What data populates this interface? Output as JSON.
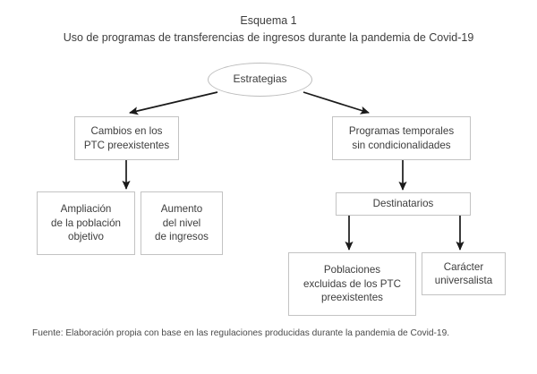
{
  "title": {
    "line1": "Esquema 1",
    "line2": "Uso de programas de transferencias de ingresos durante la pandemia de Covid-19"
  },
  "diagram": {
    "type": "flowchart",
    "root": {
      "id": "estrategias",
      "label": "Estrategias",
      "shape": "ellipse"
    },
    "nodes": [
      {
        "id": "cambios-ptc",
        "label": "Cambios en los\nPTC preexistentes",
        "shape": "rect",
        "level": 2,
        "branch": "left"
      },
      {
        "id": "programas-temporales",
        "label": "Programas temporales\nsin condicionalidades",
        "shape": "rect",
        "level": 2,
        "branch": "right"
      },
      {
        "id": "ampliacion-poblacion",
        "label": "Ampliación\nde la población\nobjetivo",
        "shape": "rect",
        "level": 3,
        "branch": "left"
      },
      {
        "id": "aumento-ingresos",
        "label": "Aumento\ndel nivel\nde ingresos",
        "shape": "rect",
        "level": 3,
        "branch": "left"
      },
      {
        "id": "destinatarios",
        "label": "Destinatarios",
        "shape": "rect",
        "level": 3,
        "branch": "right"
      },
      {
        "id": "poblaciones-excluidas",
        "label": "Poblaciones\nexcluidas de los PTC\npreexistentes",
        "shape": "rect",
        "level": 4,
        "branch": "right"
      },
      {
        "id": "caracter-universalista",
        "label": "Carácter\nuniversalista",
        "shape": "rect",
        "level": 4,
        "branch": "right"
      }
    ],
    "edges": [
      {
        "from": "estrategias",
        "to": "cambios-ptc",
        "style": "diagonal-arrow"
      },
      {
        "from": "estrategias",
        "to": "programas-temporales",
        "style": "diagonal-arrow"
      },
      {
        "from": "cambios-ptc",
        "to": "ampliacion-poblacion",
        "style": "vertical-arrow"
      },
      {
        "from": "programas-temporales",
        "to": "destinatarios",
        "style": "vertical-arrow"
      },
      {
        "from": "destinatarios",
        "to": "poblaciones-excluidas",
        "style": "vertical-arrow"
      },
      {
        "from": "destinatarios",
        "to": "caracter-universalista",
        "style": "vertical-arrow"
      }
    ]
  },
  "colors": {
    "text": "#3d3d3d",
    "box_border": "#c3c3c3",
    "arrow": "#1a1a1a",
    "background": "#ffffff"
  },
  "footnote": "Fuente: Elaboración propia con base en las regulaciones producidas durante la pandemia de Covid-19."
}
